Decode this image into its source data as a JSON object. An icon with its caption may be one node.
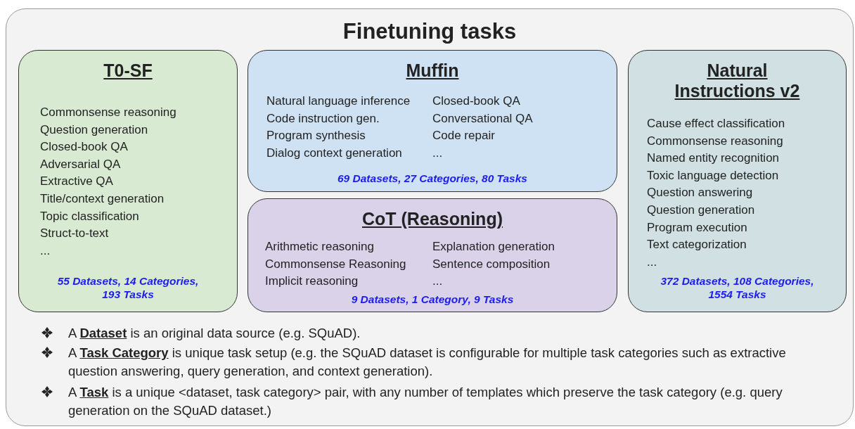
{
  "diagram": {
    "nodes": [
      {
        "text": [
          "Finetuning tasks",
          "A **Dataset** is an original data source (e.g. SQuAD).",
          "A **Task Category** is unique task setup (e.g. the SQuAD dataset is configurable for multiple task categories such as extractive question answering, query generation, and context generation).",
          "A **Task** is a unique <dataset, task category> pair, with any number of templates which preserve the task category (e.g. query generation on the SQuAD dataset.)"
        ]
      },
      {
        "text": [
          "T0-SF",
          "Commonsense reasoning",
          "Question generation",
          "Closed-book QA",
          "Adversarial QA",
          "Extractive QA",
          "Title/context generation",
          "Topic classification",
          "Struct-to-text",
          "...",
          "55 Datasets, 14 Categories, 193 Tasks"
        ],
        "in": 0
      },
      {
        "text": [
          "Muffin",
          "Natural language inference",
          "Closed-book QA",
          "Code instruction gen.",
          "Conversational QA",
          "Program synthesis",
          "Code repair",
          "Dialog context generation",
          "...",
          "69 Datasets, 27 Categories, 80 Tasks"
        ],
        "in": 0
      },
      {
        "text": [
          "CoT (Reasoning)",
          "Arithmetic reasoning",
          "Explanation generation",
          "Commonsense Reasoning",
          "Sentence composition",
          "Implicit reasoning",
          "...",
          "9 Datasets, 1 Category, 9 Tasks"
        ],
        "in": 0
      },
      {
        "text": [
          "Natural Instructions v2",
          "Cause effect classification",
          "Commonsense reasoning",
          "Named entity recognition",
          "Toxic language detection",
          "Question answering",
          "Question generation",
          "Program execution",
          "Text categorization",
          "...",
          "372 Datasets, 108 Categories, 1554 Tasks"
        ],
        "in": 0
      }
    ]
  }
}
